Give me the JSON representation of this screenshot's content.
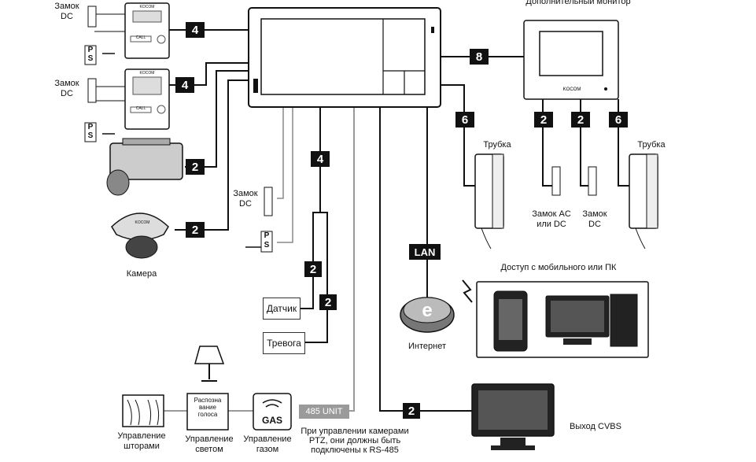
{
  "labels": {
    "lock_dc_1": "Замок\nDC",
    "lock_dc_2": "Замок\nDC",
    "lock_dc_3": "Замок\nDC",
    "lock_dc_4": "Замок\nDC",
    "lock_ac_dc": "Замок AC\nили DC",
    "extra_monitor": "Дополнительный монитор",
    "handset_1": "Трубка",
    "handset_2": "Трубка",
    "camera": "Камера",
    "sensor": "Датчик",
    "alarm": "Тревога",
    "internet": "Интернет",
    "mobile_access": "Доступ с мобильного или ПК",
    "cvbs_out": "Выход CVBS",
    "curtains": "Управление\nшторами",
    "lighting": "Управление\nсветом",
    "gas": "Управление\nгазом",
    "voice": "Распозна\nвание\nголоса",
    "rs485_note": "При управлении камерами\nPTZ, они должны быть\nподключены к RS-485",
    "unit485": "485 UNIT",
    "lan": "LAN",
    "gas_word": "GAS",
    "ps": "P\nS",
    "call": "CALL",
    "brand": "KOCOM"
  },
  "wire_counts": {
    "door1": "4",
    "door2": "4",
    "cam_box": "2",
    "cam_dome": "2",
    "lock": "4",
    "sensor": "2",
    "alarm": "2",
    "monitor": "8",
    "handset1": "6",
    "lock_ac": "2",
    "lock_dc": "2",
    "handset2": "6",
    "cvbs": "2"
  }
}
